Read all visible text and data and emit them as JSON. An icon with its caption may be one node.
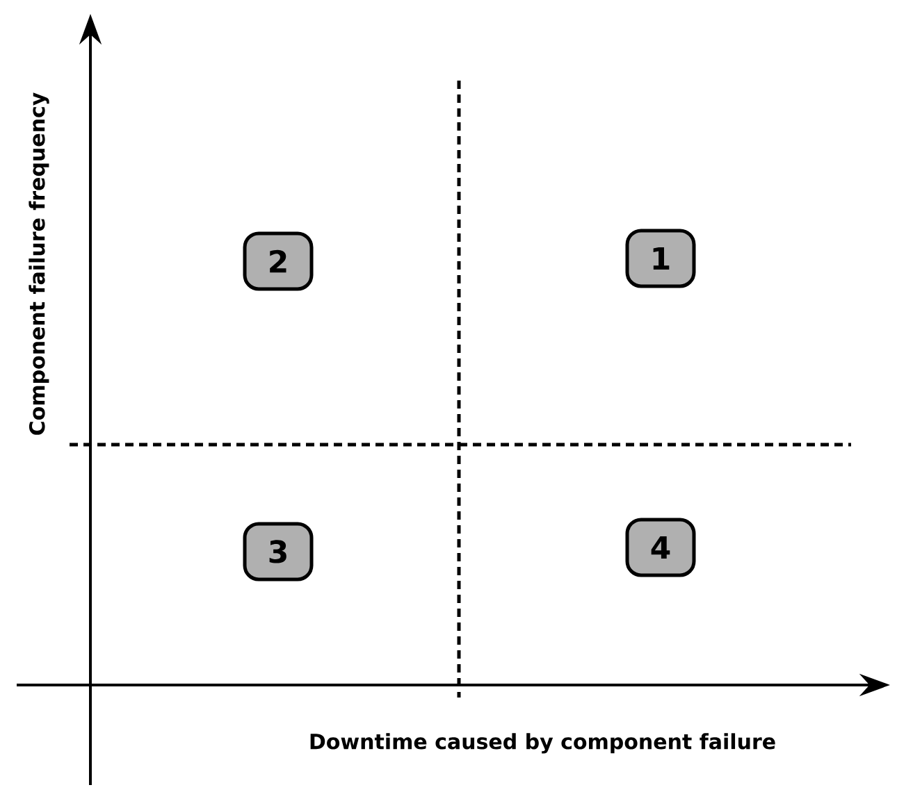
{
  "diagram": {
    "nodes": [
      {
        "text": [
          "2"
        ]
      },
      {
        "text": [
          "1"
        ]
      },
      {
        "text": [
          "3"
        ]
      },
      {
        "text": [
          "4"
        ]
      }
    ],
    "labels": [
      "Component failure frequency",
      "Downtime caused by component failure"
    ]
  }
}
